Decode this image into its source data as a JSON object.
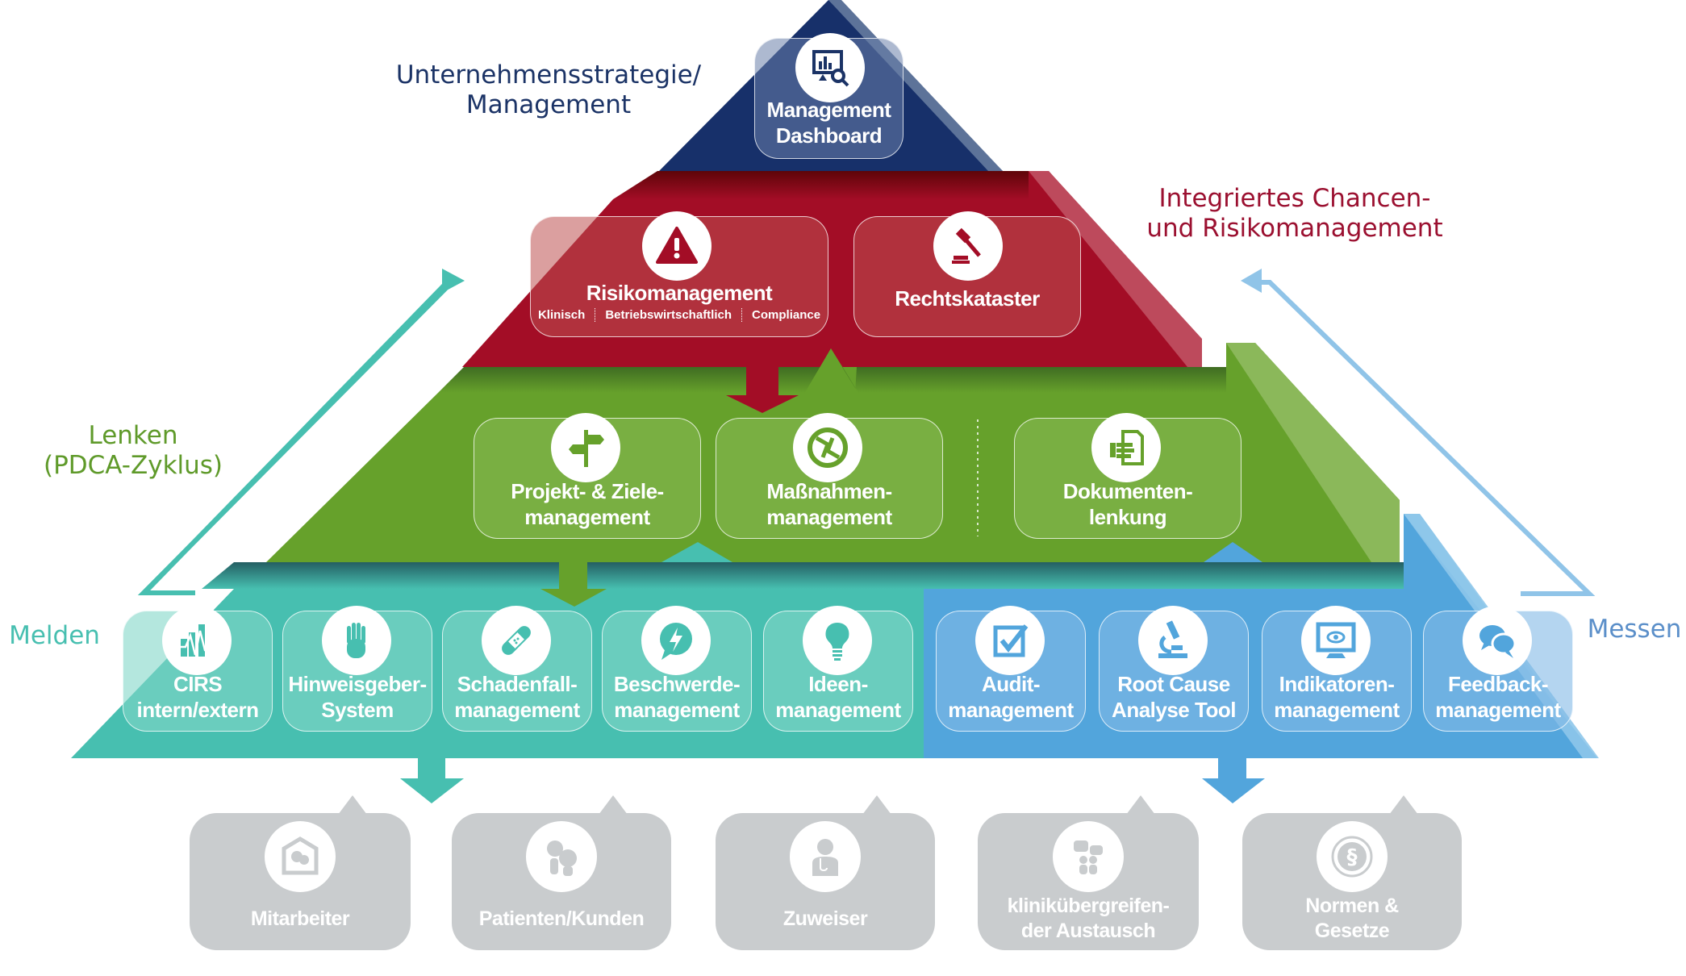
{
  "side_labels": {
    "strategy": [
      "Unternehmensstrategie/",
      "Management"
    ],
    "risk": [
      "Integriertes Chancen-",
      "und Risikomanagement"
    ],
    "steer": [
      "Lenken",
      "(PDCA-Zyklus)"
    ],
    "report": "Melden",
    "measure": "Messen"
  },
  "colors": {
    "navy": "#1b3366",
    "red": "#a30d26",
    "green": "#66a12b",
    "teal": "#47bfb0",
    "blue": "#52a5dc",
    "gray": "#c9ccce",
    "strategy_text": "#1b3366",
    "risk_text": "#9b1030",
    "steer_text": "#5f9a2a",
    "report_text": "#47bfb0",
    "measure_text": "#5b8fc9"
  },
  "tiers": {
    "management": {
      "cards": [
        {
          "icon": "dashboard-chart-search-icon",
          "lines": [
            "Management",
            "Dashboard"
          ]
        }
      ]
    },
    "risk": {
      "cards": [
        {
          "icon": "warning-triangle-icon",
          "lines": [
            "Risikomanagement"
          ],
          "sub": [
            "Klinisch",
            "Betriebswirtschaftlich",
            "Compliance"
          ]
        },
        {
          "icon": "gavel-icon",
          "lines": [
            "Rechtskataster"
          ]
        }
      ]
    },
    "steer": {
      "cards": [
        {
          "icon": "signpost-icon",
          "lines": [
            "Projekt- & Ziele-",
            "management"
          ]
        },
        {
          "icon": "cycle-arrows-icon",
          "lines": [
            "Maßnahmen-",
            "management"
          ]
        },
        {
          "icon": "document-hand-icon",
          "lines": [
            "Dokumenten-",
            "lenkung"
          ]
        }
      ]
    },
    "report": {
      "cards": [
        {
          "icon": "pulse-chart-icon",
          "lines": [
            "CIRS",
            "intern/extern"
          ]
        },
        {
          "icon": "stop-hand-icon",
          "lines": [
            "Hinweisgeber-",
            "System"
          ]
        },
        {
          "icon": "bandage-icon",
          "lines": [
            "Schadenfall-",
            "management"
          ]
        },
        {
          "icon": "lightning-speech-icon",
          "lines": [
            "Beschwerde-",
            "management"
          ]
        },
        {
          "icon": "lightbulb-icon",
          "lines": [
            "Ideen-",
            "management"
          ]
        }
      ]
    },
    "measure": {
      "cards": [
        {
          "icon": "checkbox-icon",
          "lines": [
            "Audit-",
            "management"
          ]
        },
        {
          "icon": "microscope-icon",
          "lines": [
            "Root Cause",
            "Analyse Tool"
          ]
        },
        {
          "icon": "monitor-eye-icon",
          "lines": [
            "Indikatoren-",
            "management"
          ]
        },
        {
          "icon": "speech-bubbles-icon",
          "lines": [
            "Feedback-",
            "management"
          ]
        }
      ]
    }
  },
  "sources": [
    {
      "icon": "employee-house-icon",
      "lines": [
        "Mitarbeiter"
      ]
    },
    {
      "icon": "patients-icon",
      "lines": [
        "Patienten/Kunden"
      ]
    },
    {
      "icon": "doctor-icon",
      "lines": [
        "Zuweiser"
      ]
    },
    {
      "icon": "people-chat-icon",
      "lines": [
        "klinikübergreifen-",
        "der Austausch"
      ]
    },
    {
      "icon": "paragraph-icon",
      "lines": [
        "Normen &",
        "Gesetze"
      ]
    }
  ]
}
